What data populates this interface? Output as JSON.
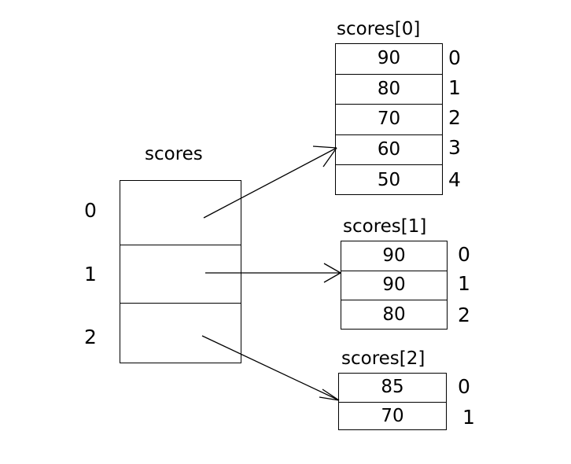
{
  "diagram": {
    "title_outer": "scores",
    "outer_array": {
      "name": "scores",
      "indices": [
        "0",
        "1",
        "2"
      ],
      "cells": [
        "",
        "",
        ""
      ]
    },
    "sub_arrays": [
      {
        "label": "scores[0]",
        "values": [
          "90",
          "80",
          "70",
          "60",
          "50"
        ],
        "indices": [
          "0",
          "1",
          "2",
          "3",
          "4"
        ]
      },
      {
        "label": "scores[1]",
        "values": [
          "90",
          "90",
          "80"
        ],
        "indices": [
          "0",
          "1",
          "2"
        ]
      },
      {
        "label": "scores[2]",
        "values": [
          "85",
          "70"
        ],
        "indices": [
          "0",
          "1"
        ]
      }
    ],
    "colors": {
      "stroke": "#000000",
      "text": "#000000",
      "background": "#ffffff"
    }
  }
}
